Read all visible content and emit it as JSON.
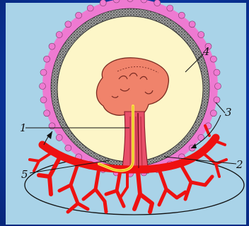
{
  "colors": {
    "background": "#0b3aa8",
    "panel": "#a9d3e8",
    "outer_membrane": "#ee7ad1",
    "inner_membrane_stipple": "#555555",
    "cavity": "#fdf6c8",
    "embryo": "#f0836b",
    "stalk": "#e8506a",
    "villi": "#ee1111",
    "yolk_duct": "#ffe14a"
  },
  "icons": [
    "embryo-disc",
    "chorion-villi",
    "amnion-cavity"
  ],
  "labels": {
    "l1": "1",
    "l2": "2",
    "l3": "3",
    "l4": "4",
    "l5": "5"
  }
}
